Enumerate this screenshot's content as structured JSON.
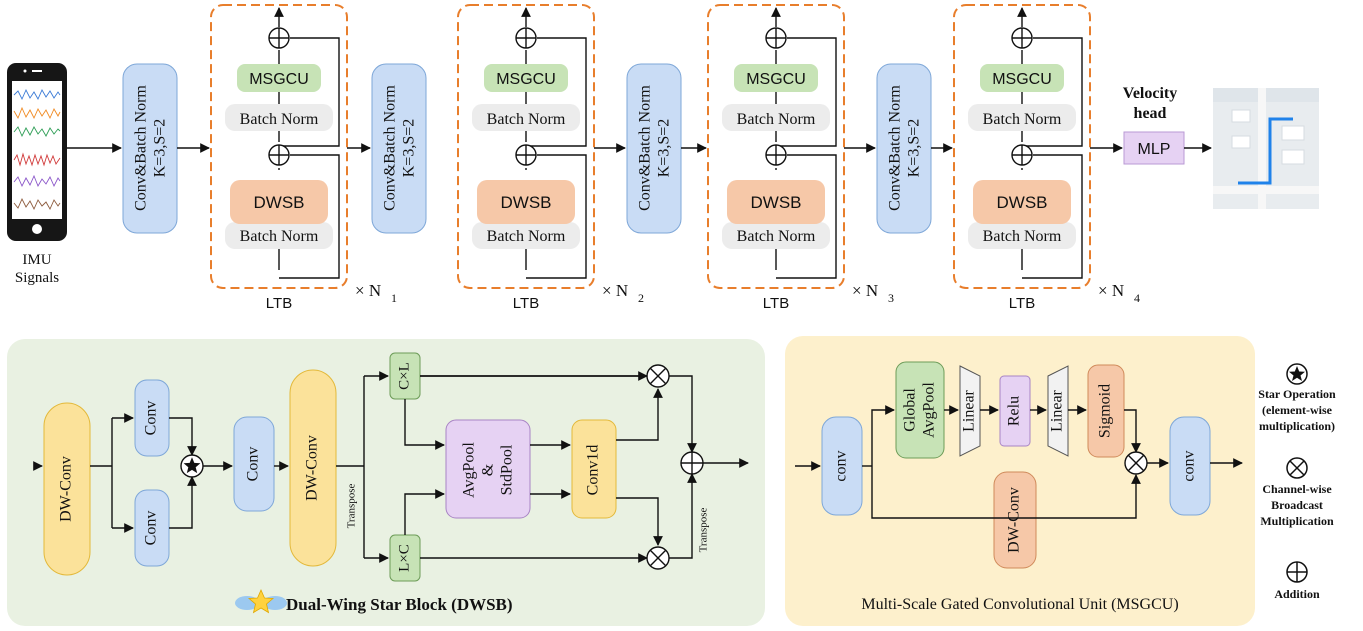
{
  "top": {
    "input_label_1": "IMU",
    "input_label_2": "Signals",
    "conv_label_1": "Conv&Batch Norm",
    "conv_label_2": "K=3,S=2",
    "ltb_label": "LTB",
    "msgcu_label": "MSGCU",
    "batchnorm_label": "Batch Norm",
    "dwsb_label": "DWSB",
    "repeats": [
      "× N",
      "× N",
      "× N",
      "× N"
    ],
    "repeat_subs": [
      "1",
      "2",
      "3",
      "4"
    ],
    "head_label_1": "Velocity",
    "head_label_2": "head",
    "mlp_label": "MLP"
  },
  "dwsb": {
    "dwconv_label": "DW-Conv",
    "conv_label": "Conv",
    "cxl_label": "C×L",
    "lxc_label": "L×C",
    "pool_1": "AvgPool",
    "pool_2": "&",
    "pool_3": "StdPool",
    "conv1d_label": "Conv1d",
    "transpose_label": "Transpose",
    "title": "Dual-Wing Star Block (DWSB)"
  },
  "msgcu": {
    "conv_label": "conv",
    "gap_1": "Global",
    "gap_2": "AvgPool",
    "linear_label": "Linear",
    "relu_label": "Relu",
    "sigmoid_label": "Sigmoid",
    "dwconv_label": "DW-Conv",
    "title": "Multi-Scale Gated Convolutional Unit (MSGCU)"
  },
  "legend": {
    "star_1": "Star Operation",
    "star_2": "(element-wise",
    "star_3": "multiplication)",
    "cw_1": "Channel-wise",
    "cw_2": "Broadcast",
    "cw_3": "Multiplication",
    "add": "Addition"
  },
  "colors": {
    "blue": "#c9dcf5",
    "blue_stroke": "#7ea7d8",
    "green": "#c7e3b6",
    "orange": "#f6c8a8",
    "gray": "#ececec",
    "yellow": "#fbe29a",
    "purple": "#e6d2f3",
    "ltb_dash": "#e87e2c",
    "panel_green": "#e9f1e2",
    "panel_yellow": "#fdf0cc"
  }
}
